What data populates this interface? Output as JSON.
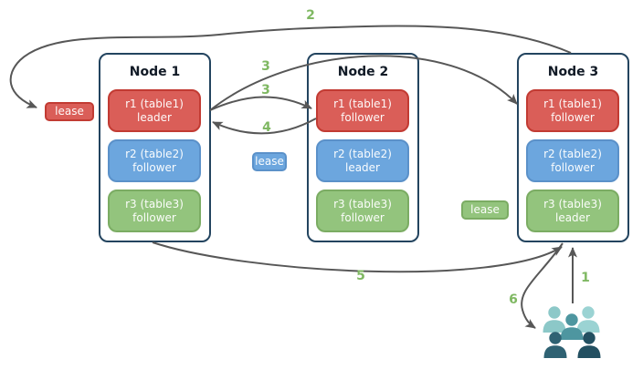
{
  "diagram": {
    "description": "Three-node replication diagram with range leaders, followers and leases",
    "nodes": [
      {
        "title": "Node 1",
        "replicas": [
          {
            "range": "r1 (table1)",
            "role": "leader",
            "color": "#da5e58"
          },
          {
            "range": "r2 (table2)",
            "role": "follower",
            "color": "#6ca6de"
          },
          {
            "range": "r3 (table3)",
            "role": "follower",
            "color": "#93c47d"
          }
        ]
      },
      {
        "title": "Node 2",
        "replicas": [
          {
            "range": "r1 (table1)",
            "role": "follower",
            "color": "#da5e58"
          },
          {
            "range": "r2 (table2)",
            "role": "leader",
            "color": "#6ca6de"
          },
          {
            "range": "r3 (table3)",
            "role": "follower",
            "color": "#93c47d"
          }
        ]
      },
      {
        "title": "Node 3",
        "replicas": [
          {
            "range": "r1 (table1)",
            "role": "follower",
            "color": "#da5e58"
          },
          {
            "range": "r2 (table2)",
            "role": "follower",
            "color": "#6ca6de"
          },
          {
            "range": "r3 (table3)",
            "role": "leader",
            "color": "#93c47d"
          }
        ]
      }
    ],
    "leases": [
      {
        "label": "lease",
        "color": "#da5e58"
      },
      {
        "label": "lease",
        "color": "#6ca6de"
      },
      {
        "label": "lease",
        "color": "#93c47d"
      }
    ],
    "steps": [
      {
        "label": "1"
      },
      {
        "label": "2"
      },
      {
        "label": "3"
      },
      {
        "label": "3"
      },
      {
        "label": "4"
      },
      {
        "label": "5"
      },
      {
        "label": "6"
      }
    ],
    "colors": {
      "node_border": "#23445f",
      "arrow": "#575757",
      "step_label": "#7fb862",
      "replica_red_fill": "#da5e58",
      "replica_red_border": "#c23b33",
      "replica_blue_fill": "#6ca6de",
      "replica_blue_border": "#5b91c9",
      "replica_green_fill": "#93c47d",
      "replica_green_border": "#7bac63",
      "users_palette": [
        "#8cc8c8",
        "#9bd3d3",
        "#4e96a0",
        "#2f6273",
        "#235061"
      ]
    }
  }
}
